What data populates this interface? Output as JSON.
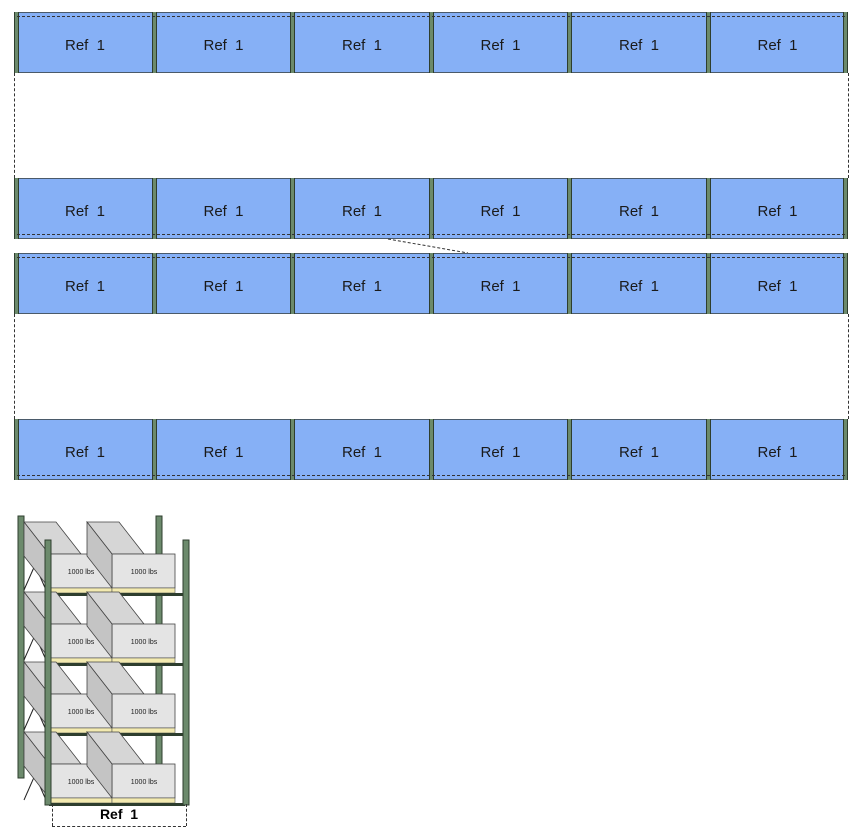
{
  "rows": [
    {
      "id": "row-1",
      "bays": [
        "Ref  1",
        "Ref  1",
        "Ref  1",
        "Ref  1",
        "Ref  1",
        "Ref  1"
      ]
    },
    {
      "id": "row-2",
      "bays": [
        "Ref  1",
        "Ref  1",
        "Ref  1",
        "Ref  1",
        "Ref  1",
        "Ref  1"
      ]
    },
    {
      "id": "row-3",
      "bays": [
        "Ref  1",
        "Ref  1",
        "Ref  1",
        "Ref  1",
        "Ref  1",
        "Ref  1"
      ]
    },
    {
      "id": "row-4",
      "bays": [
        "Ref  1",
        "Ref  1",
        "Ref  1",
        "Ref  1",
        "Ref  1",
        "Ref  1"
      ]
    }
  ],
  "rack_detail": {
    "label": "Ref  1",
    "load_label": "1000 lbs",
    "levels": 4,
    "loads_per_level": 2
  },
  "colors": {
    "bay_fill": "#86b0f6",
    "upright": "#6c8a6c",
    "pallet": "#f3eab0",
    "load_box": "#e4e4e4"
  }
}
